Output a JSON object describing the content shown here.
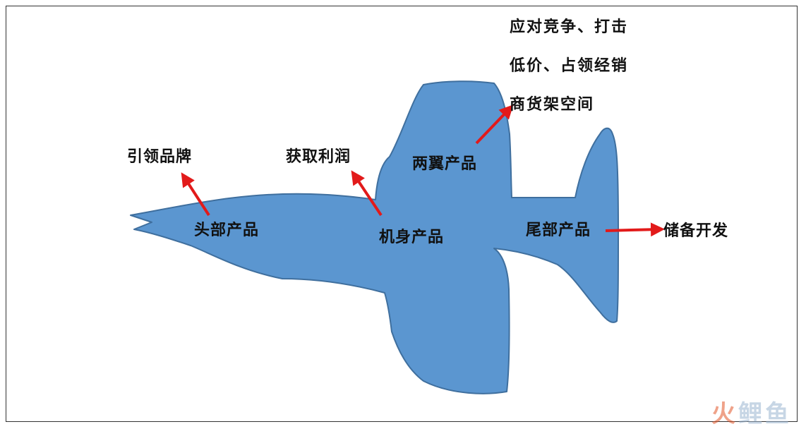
{
  "labels": {
    "head": "头部产品",
    "body": "机身产品",
    "wings": "两翼产品",
    "tail": "尾部产品",
    "lead_brand": "引领品牌",
    "get_profit": "获取利润",
    "reserve": "储备开发"
  },
  "wing_note": [
    "应对竞争、打击",
    "低价、占领经销",
    "商货架空间"
  ],
  "watermark": {
    "part1": "火",
    "part2": "鲤鱼"
  },
  "colors": {
    "plane_fill": "#5b96d0",
    "plane_stroke": "#3f6f9e",
    "arrow": "#e21a1a"
  }
}
